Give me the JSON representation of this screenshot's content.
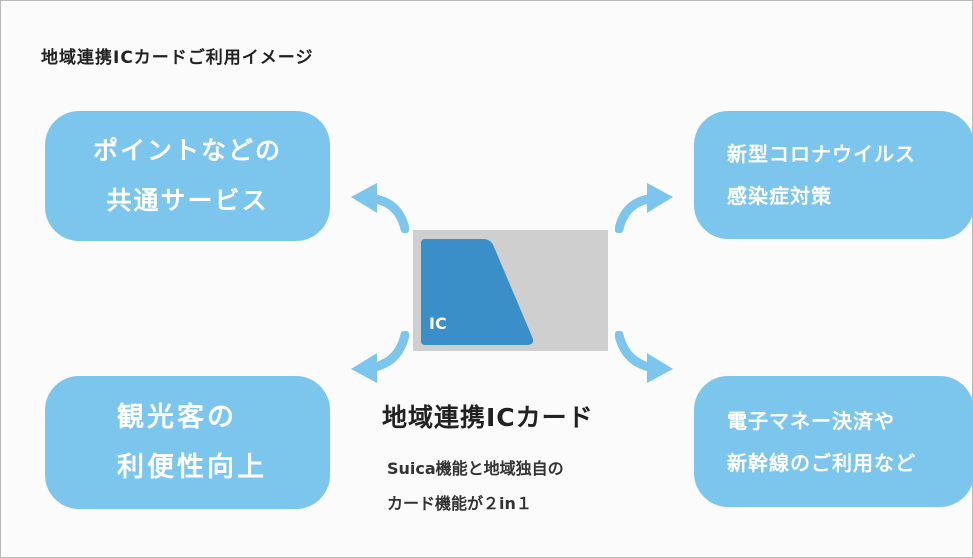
{
  "title": "地域連携ICカードご利用イメージ",
  "bubbles": {
    "top_left": [
      "ポイントなどの",
      "共通サービス"
    ],
    "top_right": [
      "新型コロナウイルス",
      "感染症対策"
    ],
    "bottom_left": [
      "観光客の",
      "利便性向上"
    ],
    "bottom_right": [
      "電子マネー決済や",
      "新幹線のご利用など"
    ]
  },
  "card": {
    "chip_label": "IC"
  },
  "center": {
    "title": "地域連携ICカード",
    "desc": [
      "Suica機能と地域独自の",
      "カード機能が２in１"
    ]
  },
  "colors": {
    "bubble": "#7cc6ee",
    "card": "#cfcfcf",
    "chip": "#3a8fc9"
  }
}
